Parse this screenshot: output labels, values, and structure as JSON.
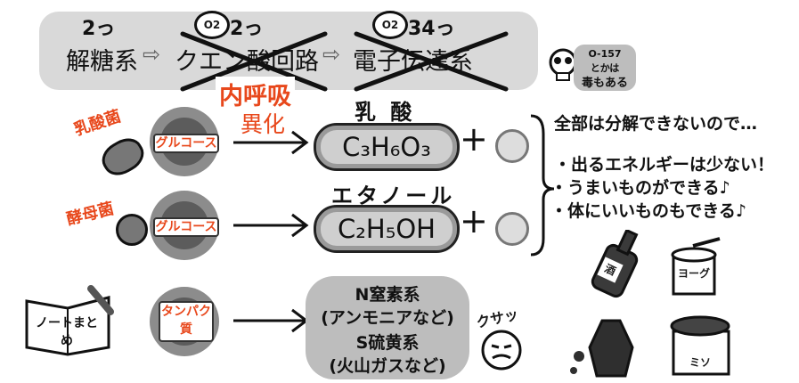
{
  "pathway": {
    "glycolysis": "解糖系",
    "citric_acid_cycle": "クエン酸回路",
    "electron_transport": "電子伝達系",
    "arrow": "⇨",
    "glycolysis_count": "2っ",
    "citric_count": "2っ",
    "electron_count": "34っ",
    "oxygen_mark": "O2",
    "respiration_label": "内呼吸",
    "catabolism_label": "異化"
  },
  "warning": {
    "text_line1": "O-157",
    "text_line2": "とかは",
    "text_line3": "毒もある"
  },
  "lactic": {
    "organism": "乳酸菌",
    "substrate": "グルコース",
    "product_name": "乳 酸",
    "formula": "C₃H₆O₃",
    "plus": "+"
  },
  "yeast": {
    "organism": "酵母菌",
    "substrate": "グルコース",
    "product_name": "エタノール",
    "formula": "C₂H₅OH",
    "plus": "+"
  },
  "protein": {
    "notebook": "ノートまとめ",
    "substrate": "タンパク質",
    "line1": "N窒素系",
    "line2": "(アンモニアなど)",
    "line3": "S硫黄系",
    "line4": "(火山ガスなど)",
    "smell": "クサッ"
  },
  "notes": {
    "heading": "全部は分解できないので…",
    "item1": "・出るエネルギーは少ない！",
    "item2": "・うまいものができる♪",
    "item3": "・体にいいものもできる♪"
  },
  "foods": {
    "yogurt": "ヨーグ",
    "miso": "ミソ",
    "sake": "酒"
  },
  "colors": {
    "accent": "#e8481c",
    "box": "#d9d9d9",
    "ink": "#1a1a1a"
  }
}
